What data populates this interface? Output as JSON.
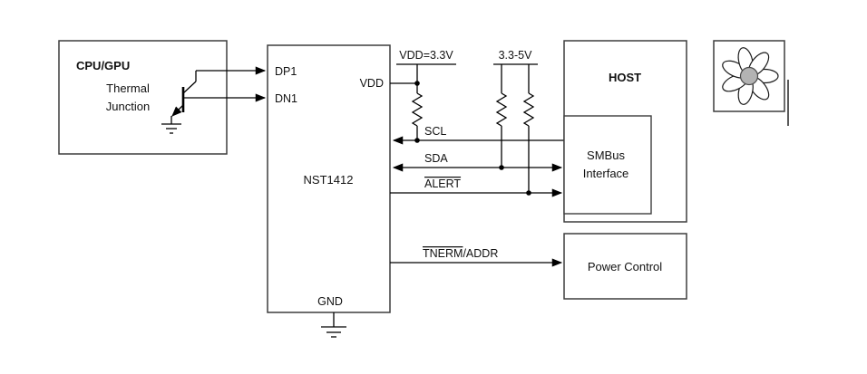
{
  "diagram": {
    "cpu_block": {
      "title": "CPU/GPU",
      "label_line1": "Thermal",
      "label_line2": "Junction"
    },
    "sensor": {
      "name": "NST1412",
      "pin_dp1": "DP1",
      "pin_dn1": "DN1",
      "pin_vdd": "VDD",
      "pin_gnd": "GND"
    },
    "rails": {
      "vdd_rail": "VDD=3.3V",
      "pullup_rail": "3.3-5V"
    },
    "signals": {
      "scl": "SCL",
      "sda": "SDA",
      "alert": "ALERT",
      "therm": "TNERM",
      "therm_suffix": "/ADDR"
    },
    "host_block": {
      "title": "HOST",
      "smbus_line1": "SMBus",
      "smbus_line2": "Interface"
    },
    "power_block": {
      "title": "Power Control"
    },
    "icons": {
      "fan": "fan-icon",
      "ground": "ground-icon",
      "transistor": "thermal-transistor-icon",
      "resistor": "pullup-resistor-icon",
      "junction": "junction-dot"
    },
    "colors": {
      "background": "#ffffff",
      "line": "#000000",
      "box_border": "#3d3d3d",
      "fan_hub": "#b3b3b3"
    }
  }
}
